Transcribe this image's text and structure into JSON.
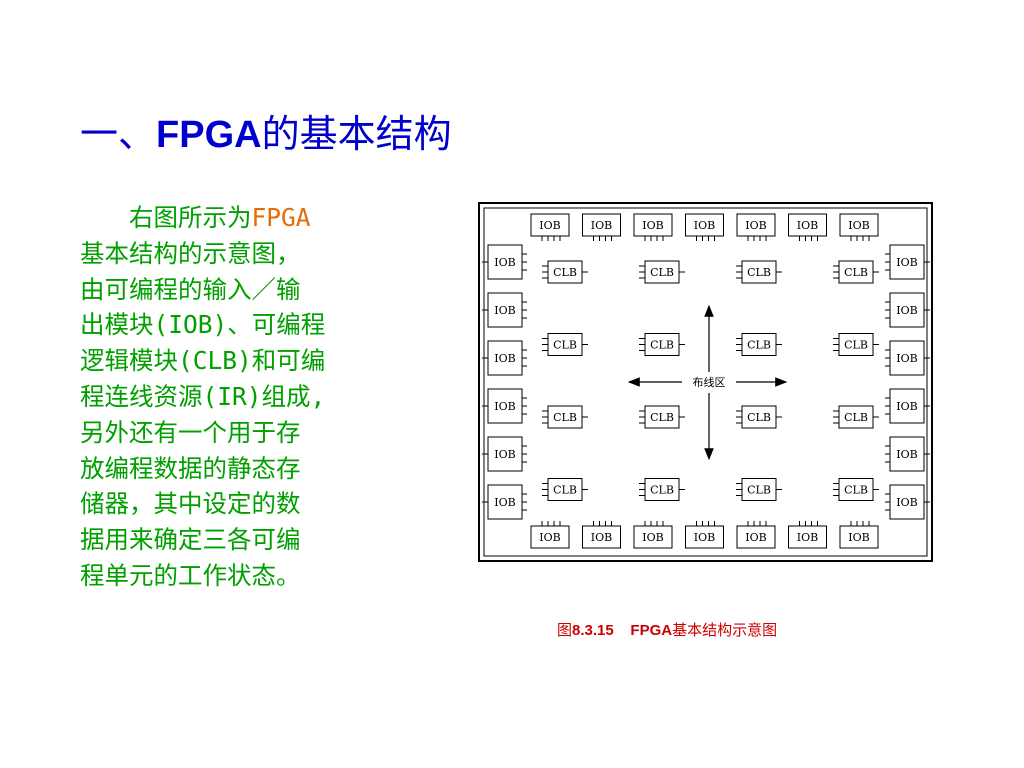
{
  "slide": {
    "title_prefix": "一、",
    "title_brand": "FPGA",
    "title_suffix": "的基本结构",
    "body_intro": "右图所示为",
    "body_highlight": "FPGA",
    "body_lines": [
      "基本结构的示意图，",
      "由可编程的输入／输",
      "出模块(IOB)、可编程",
      "逻辑模块(CLB)和可编",
      "程连线资源(IR)组成,",
      "另外还有一个用于存",
      "放编程数据的静态存",
      "储器，其中设定的数",
      "据用来确定三各可编",
      "程单元的工作状态。"
    ],
    "caption_prefix": "图",
    "caption_number": "8.3.15",
    "caption_brand": "FPGA",
    "caption_suffix": "基本结构示意图"
  },
  "diagram": {
    "iob_label": "IOB",
    "clb_label": "CLB",
    "routing_label": "布线区",
    "top_iob_count": 7,
    "bottom_iob_count": 7,
    "side_iob_count": 6,
    "clb_rows": 4,
    "clb_cols": 4
  },
  "colors": {
    "title": "#0000cc",
    "body": "#00a000",
    "highlight": "#e36c0a",
    "caption": "#cc0000"
  }
}
